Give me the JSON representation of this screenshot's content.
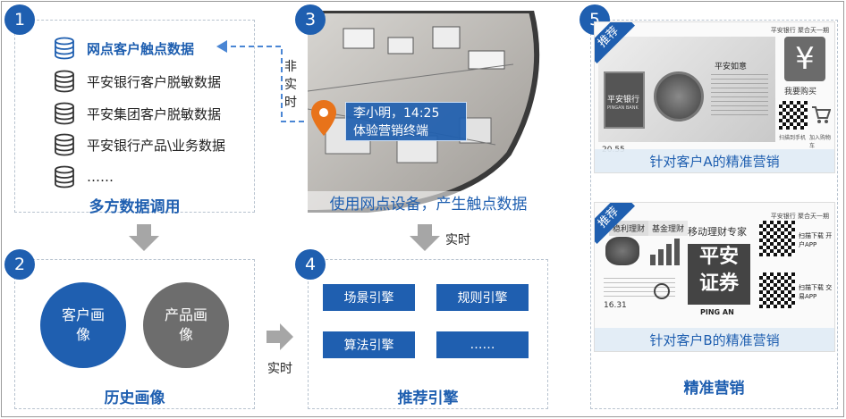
{
  "panel1": {
    "badge": "1",
    "items": [
      {
        "label": "网点客户触点数据",
        "highlight": true
      },
      {
        "label": "平安银行客户脱敏数据",
        "highlight": false
      },
      {
        "label": "平安集团客户脱敏数据",
        "highlight": false
      },
      {
        "label": "平安银行产品\\业务数据",
        "highlight": false
      },
      {
        "label": "……",
        "highlight": false
      }
    ],
    "title": "多方数据调用"
  },
  "connector_1_3": {
    "label_lines": [
      "非",
      "实",
      "时"
    ]
  },
  "panel3": {
    "badge": "3",
    "popup_line1": "李小明，14:25",
    "popup_line2": "体验营销终端",
    "title": "使用网点设备，产生触点数据"
  },
  "arrow_3_4": {
    "label": "实时"
  },
  "panel2": {
    "badge": "2",
    "circle_left": "客户画像",
    "circle_right": "产品画像",
    "title": "历史画像"
  },
  "arrow_2_4": {
    "label": "实时"
  },
  "panel4": {
    "badge": "4",
    "engines": [
      "场景引擎",
      "规则引擎",
      "算法引擎",
      "……"
    ],
    "title": "推荐引擎"
  },
  "panel5": {
    "badge": "5",
    "adA": {
      "tag": "推荐",
      "bank_name": "平安银行",
      "bank_name_en": "PINGAN BANK",
      "coin_title": "平安如意",
      "buy_label": "我要购买",
      "cart_label": "加入购物车",
      "scan_label": "扫描到手机",
      "price": "20.55",
      "header_text": "平安银行  聚合天一期",
      "caption": "针对客户A的精准营销"
    },
    "adB": {
      "tag": "推荐",
      "tab1": "稳利理财",
      "tab2": "基金理财",
      "expert": "移动理财专家",
      "logo_line1": "平安",
      "logo_line2": "证券",
      "logo_en": "PING AN",
      "scan1": "扫描下载 开户APP",
      "scan2": "扫描下载 交易APP",
      "rate": "16.31",
      "header_text": "平安银行  聚合天一期",
      "caption": "针对客户B的精准营销"
    },
    "title": "精准营销"
  },
  "colors": {
    "brand_blue": "#1f5fb0",
    "gray_circle": "#6d6d6d",
    "arrow_gray": "#a6a6a6",
    "dashed_connector": "#4a86d4",
    "pin_orange": "#e8731a"
  }
}
